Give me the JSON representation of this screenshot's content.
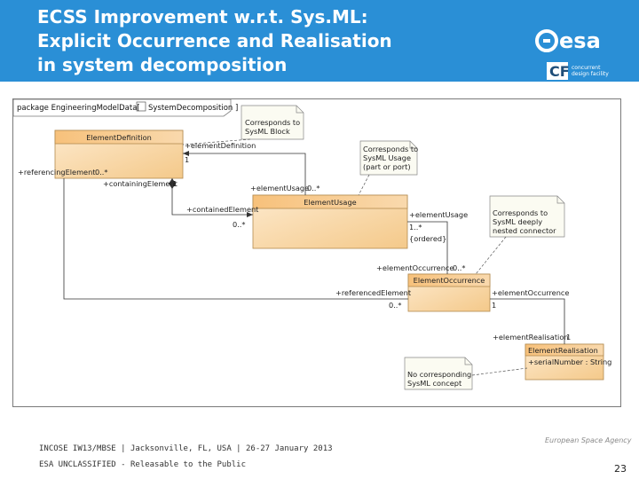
{
  "slide": {
    "title": "ECSS Improvement w.r.t. Sys.ML:\nExplicit Occurrence and Realisation\nin system decomposition",
    "footer_event": "INCOSE IW13/MBSE  | Jacksonville, FL, USA | 26-27 January 2013",
    "footer_classification": "ESA UNCLASSIFIED - Releasable to the Public",
    "page_number": "23",
    "agency_name": "European Space Agency"
  },
  "logos": {
    "esa_text": "esa",
    "cdf_text_1": "concurrent",
    "cdf_text_2": "design facility"
  },
  "diagram": {
    "frame_label": "package  EngineeringModelData[",
    "frame_label_2": "SystemDecomposition ]",
    "classes": {
      "element_definition": "ElementDefinition",
      "element_usage": "ElementUsage",
      "element_occurrence": "ElementOccurrence",
      "element_realisation": "ElementRealisation",
      "serial_number_attr": "+serialNumber : String"
    },
    "notes": {
      "sysml_block": [
        "Corresponds to",
        "SysML Block"
      ],
      "sysml_usage": [
        "Corresponds to",
        "SysML Usage",
        "(part or port)"
      ],
      "sysml_connector": [
        "Corresponds to",
        "SysML deeply",
        "nested connector"
      ],
      "no_concept": [
        "No corresponding",
        "SysML concept"
      ]
    },
    "labels": {
      "element_definition_role": "+elementDefinition",
      "element_definition_mult": "1",
      "referencing_element": "+referencingElement",
      "referencing_mult": "0..*",
      "containing_element": "+containingElement",
      "containing_mult": "1",
      "element_usage_role": "+elementUsage",
      "element_usage_mult": "0..*",
      "contained_element": "+containedElement",
      "contained_mult": "0..*",
      "element_usage_role2": "+elementUsage",
      "element_usage_mult2": "1..*",
      "ordered": "{ordered}",
      "element_occurrence_role": "+elementOccurrence",
      "element_occurrence_mult": "0..*",
      "referenced_element": "+referencedElement",
      "referenced_mult": "0..*",
      "element_occurrence_role2": "+elementOccurrence",
      "element_occurrence_mult2": "1",
      "element_realisation_role": "+elementRealisation",
      "element_realisation_mult": "1"
    }
  }
}
